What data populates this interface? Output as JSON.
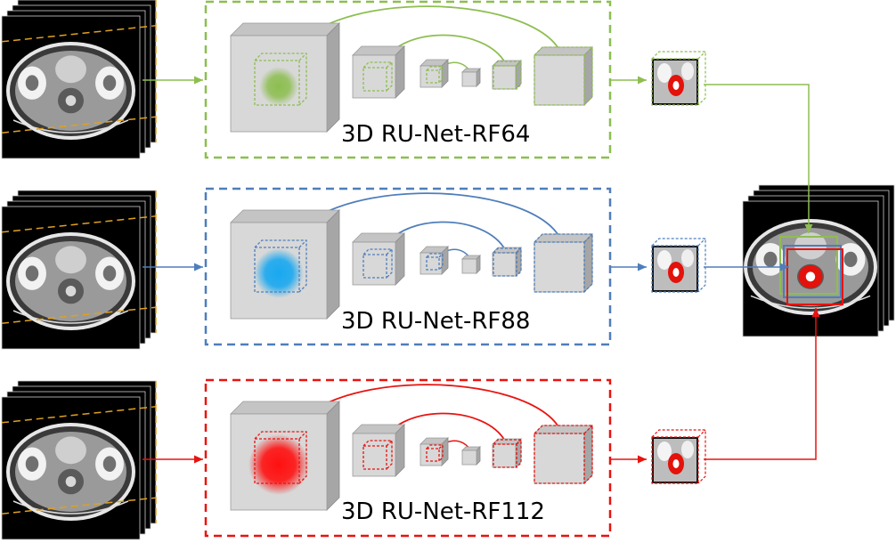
{
  "networks": [
    {
      "label": "3D RU-Net-RF64",
      "color": "#8DBE50"
    },
    {
      "label": "3D RU-Net-RF88",
      "color": "#4E7EBB"
    },
    {
      "label": "3D RU-Net-RF112",
      "color": "#E8130F"
    }
  ],
  "colors": {
    "cube_face": "#D8D8D8",
    "cube_side": "#A6A6A6",
    "cube_top": "#C4C4C4",
    "scan_bg": "#000000",
    "slice_dash": "#E0A020",
    "tumor": "#E3120B"
  },
  "icons": [
    "mri-volume-icon",
    "feature-cube-icon",
    "segmentation-patch-icon",
    "fused-output-volume-icon"
  ]
}
